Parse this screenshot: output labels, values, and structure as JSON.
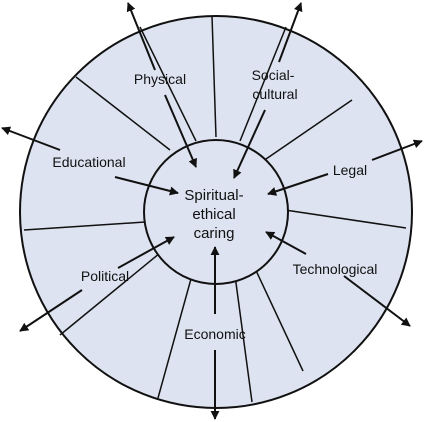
{
  "colors": {
    "fill": "#dde3f0",
    "stroke": "#111111",
    "background": "#ffffff"
  },
  "center": {
    "line1": "Spiritual-",
    "line2": "ethical",
    "line3": "caring"
  },
  "dimensions": {
    "physical": {
      "label": "Physical"
    },
    "social_cultural": {
      "line1": "Social-",
      "line2": "cultural"
    },
    "educational": {
      "label": "Educational"
    },
    "legal": {
      "label": "Legal"
    },
    "political": {
      "label": "Political"
    },
    "technological": {
      "label": "Technological"
    },
    "economic": {
      "label": "Economic"
    }
  }
}
